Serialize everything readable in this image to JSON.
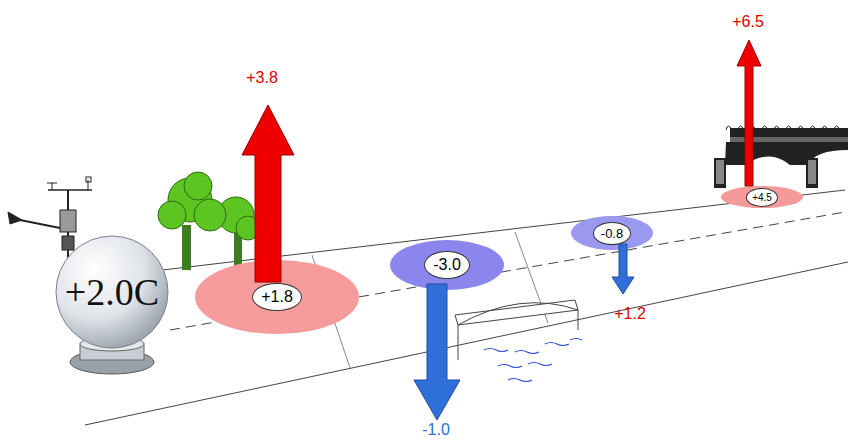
{
  "diagram": {
    "nodes": [
      {
        "text": [
          "+2.0C"
        ]
      },
      {
        "text": [
          "+1.8"
        ]
      },
      {
        "text": [
          "-3.0"
        ]
      },
      {
        "text": [
          "-0.8"
        ]
      },
      {
        "text": [
          "+4.5"
        ]
      }
    ],
    "labels": [
      "+3.8",
      "-1.0",
      "+1.2",
      "+6.5"
    ]
  }
}
